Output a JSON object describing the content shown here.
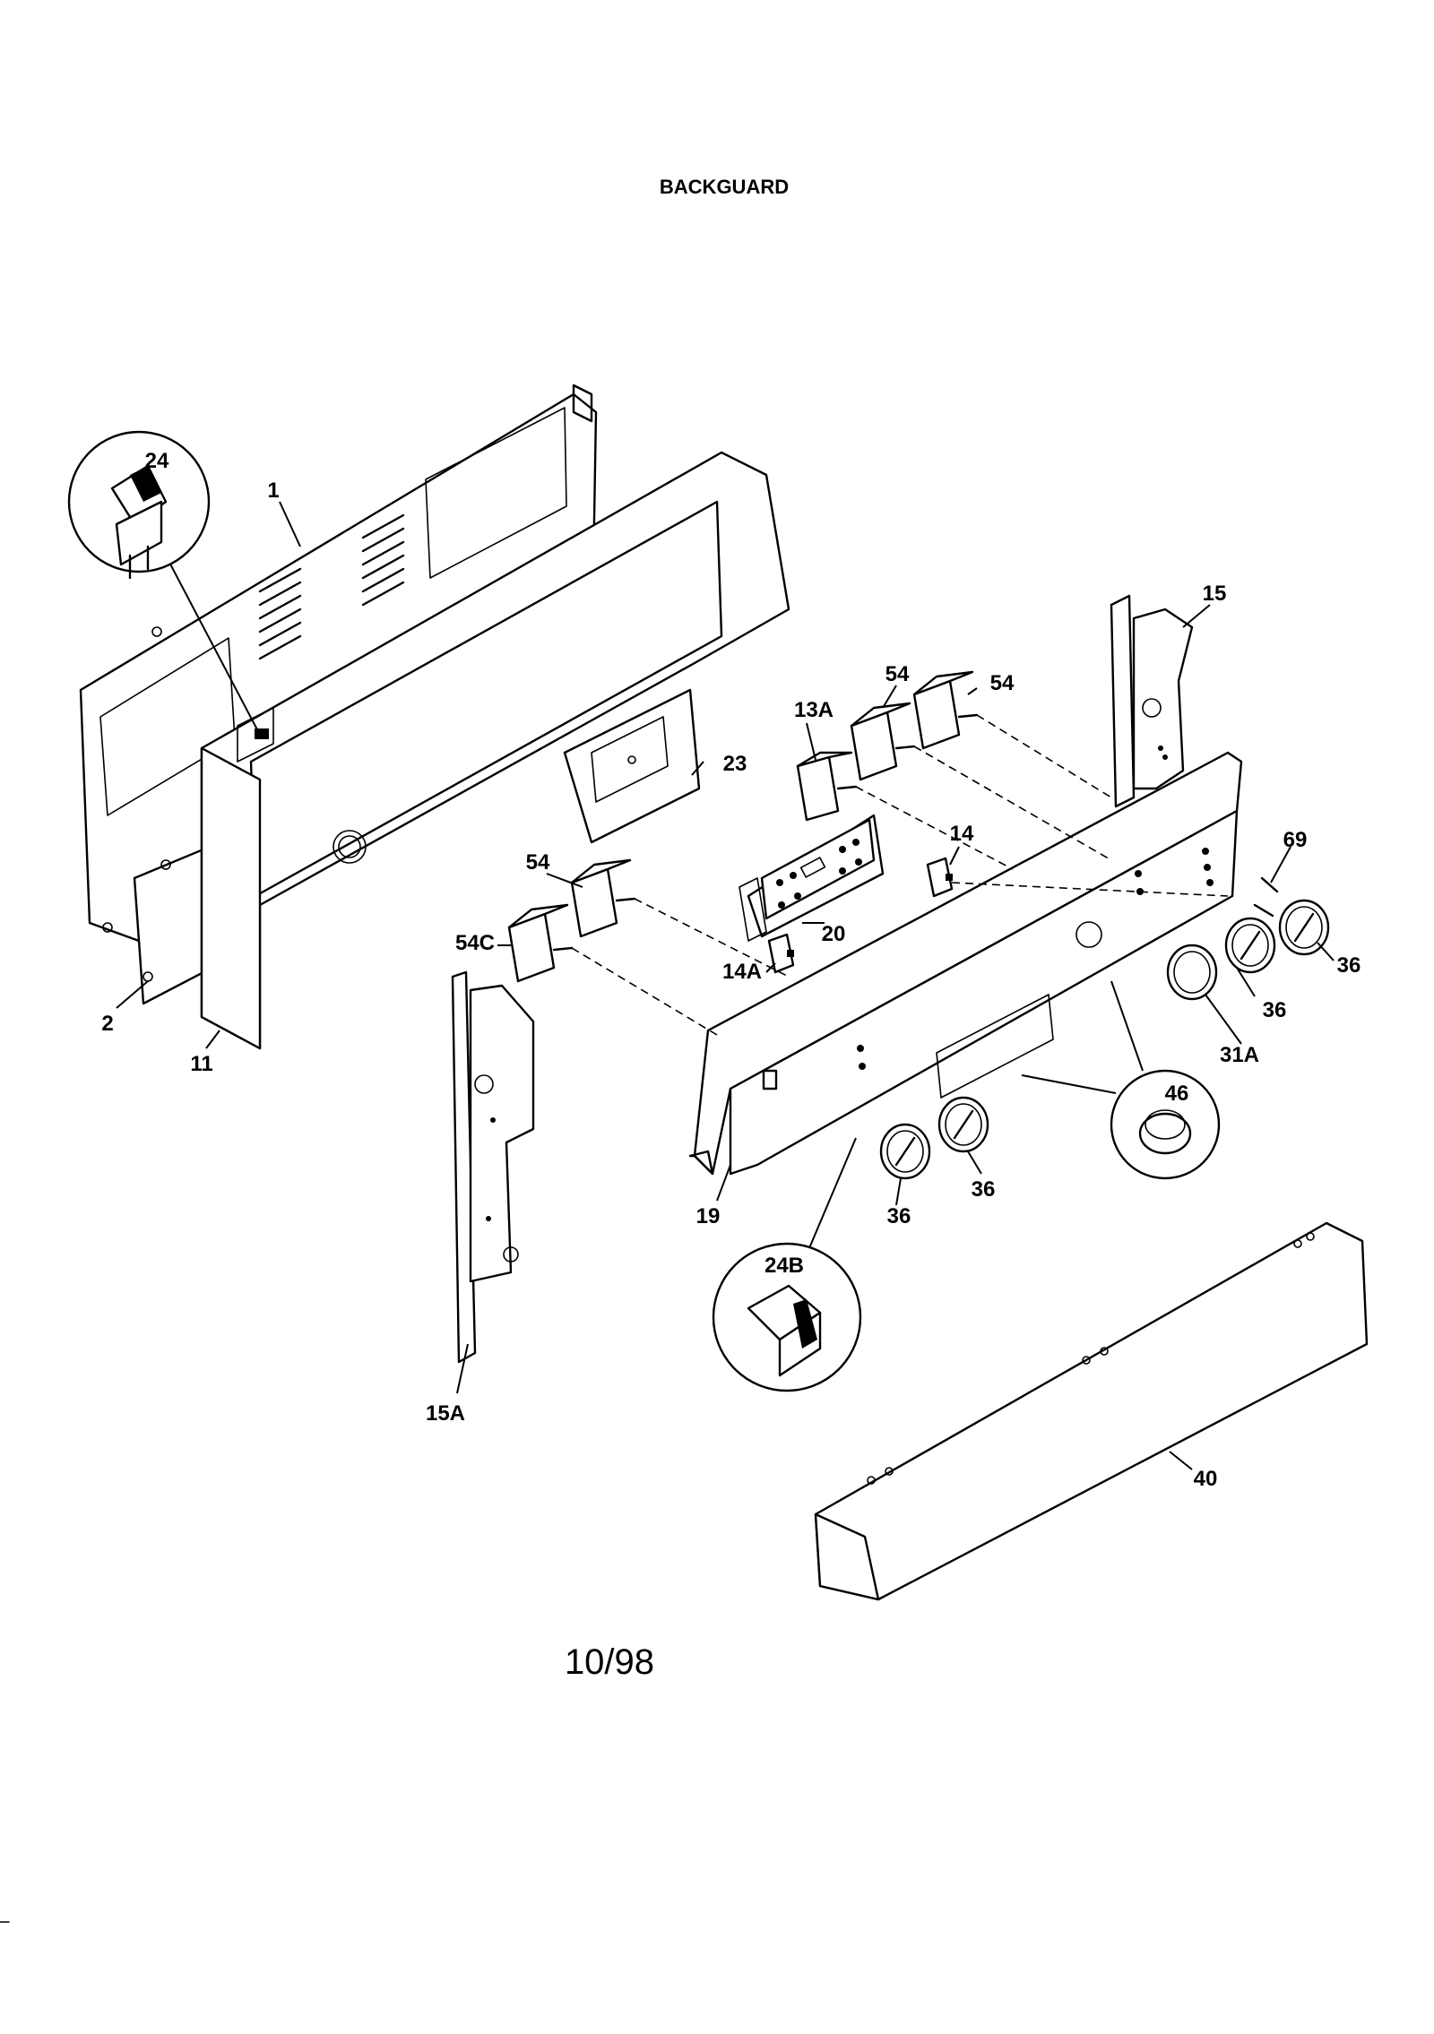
{
  "title": "BACKGUARD",
  "date_code": "10/98",
  "labels": {
    "p1": "1",
    "p2": "2",
    "p11": "11",
    "p13a": "13A",
    "p14": "14",
    "p14a": "14A",
    "p15": "15",
    "p15a": "15A",
    "p19": "19",
    "p20": "20",
    "p23": "23",
    "p24": "24",
    "p24b": "24B",
    "p31a": "31A",
    "p36a": "36",
    "p36b": "36",
    "p36c": "36",
    "p36d": "36",
    "p40": "40",
    "p46": "46",
    "p54a": "54",
    "p54b": "54",
    "p54c": "54",
    "p54cc": "54C",
    "p69": "69"
  }
}
